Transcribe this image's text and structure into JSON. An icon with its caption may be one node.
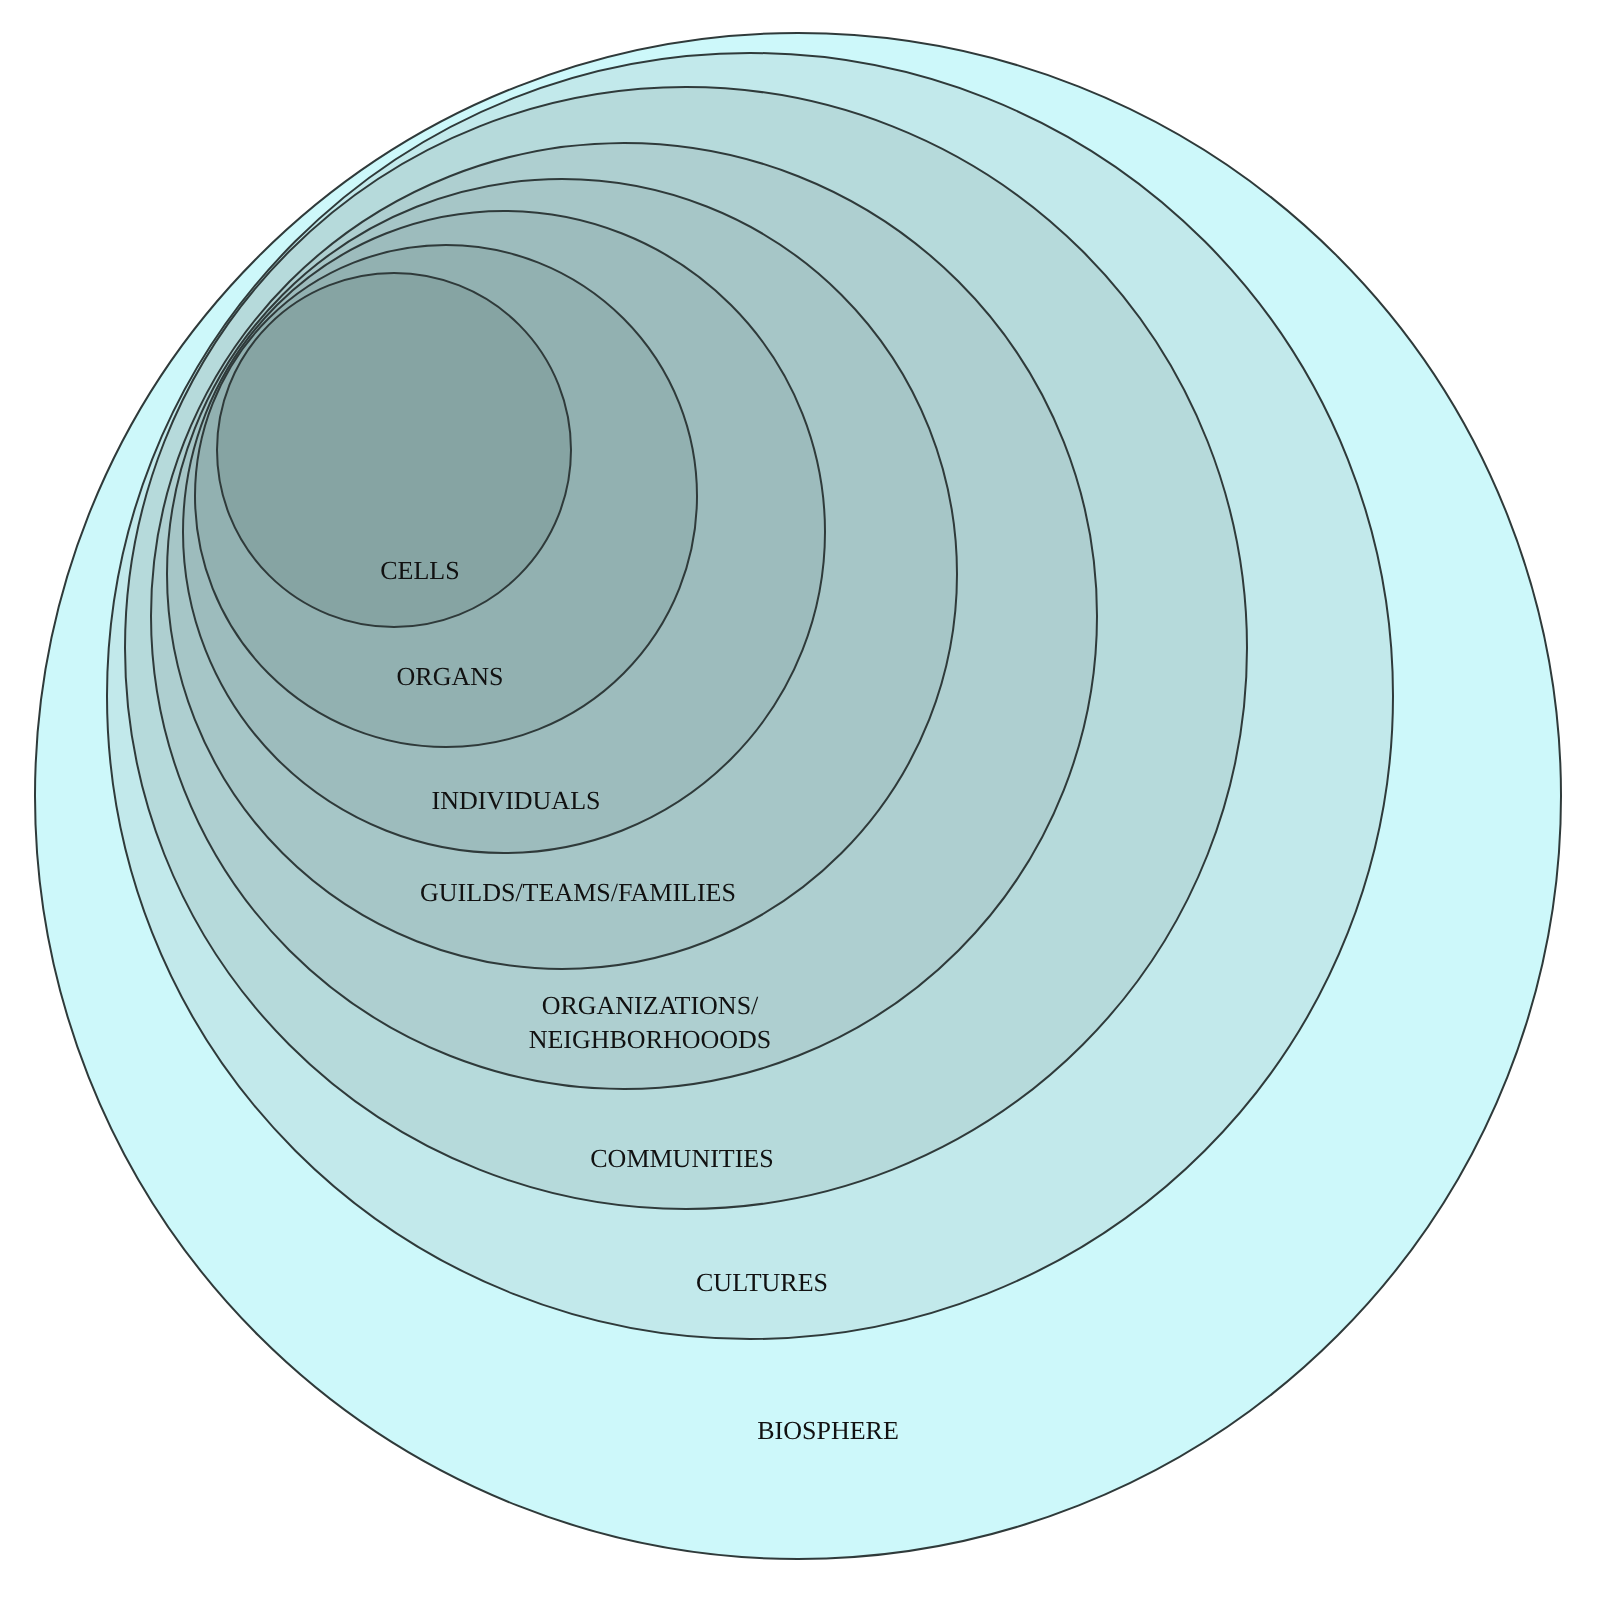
{
  "diagram": {
    "nodes": [
      {
        "text": [
          "BIOSPHERE"
        ]
      },
      {
        "text": [
          "CULTURES"
        ],
        "in": 0
      },
      {
        "text": [
          "COMMUNITIES"
        ],
        "in": 1
      },
      {
        "text": [
          "ORGANIZATIONS/ NEIGHBORHOOODS"
        ],
        "in": 2
      },
      {
        "text": [
          "GUILDS/TEAMS/FAMILIES"
        ],
        "in": 3
      },
      {
        "text": [
          "INDIVIDUALS"
        ],
        "in": 4
      },
      {
        "text": [
          "ORGANS"
        ],
        "in": 5
      },
      {
        "text": [
          "CELLS"
        ],
        "in": 6
      }
    ]
  }
}
